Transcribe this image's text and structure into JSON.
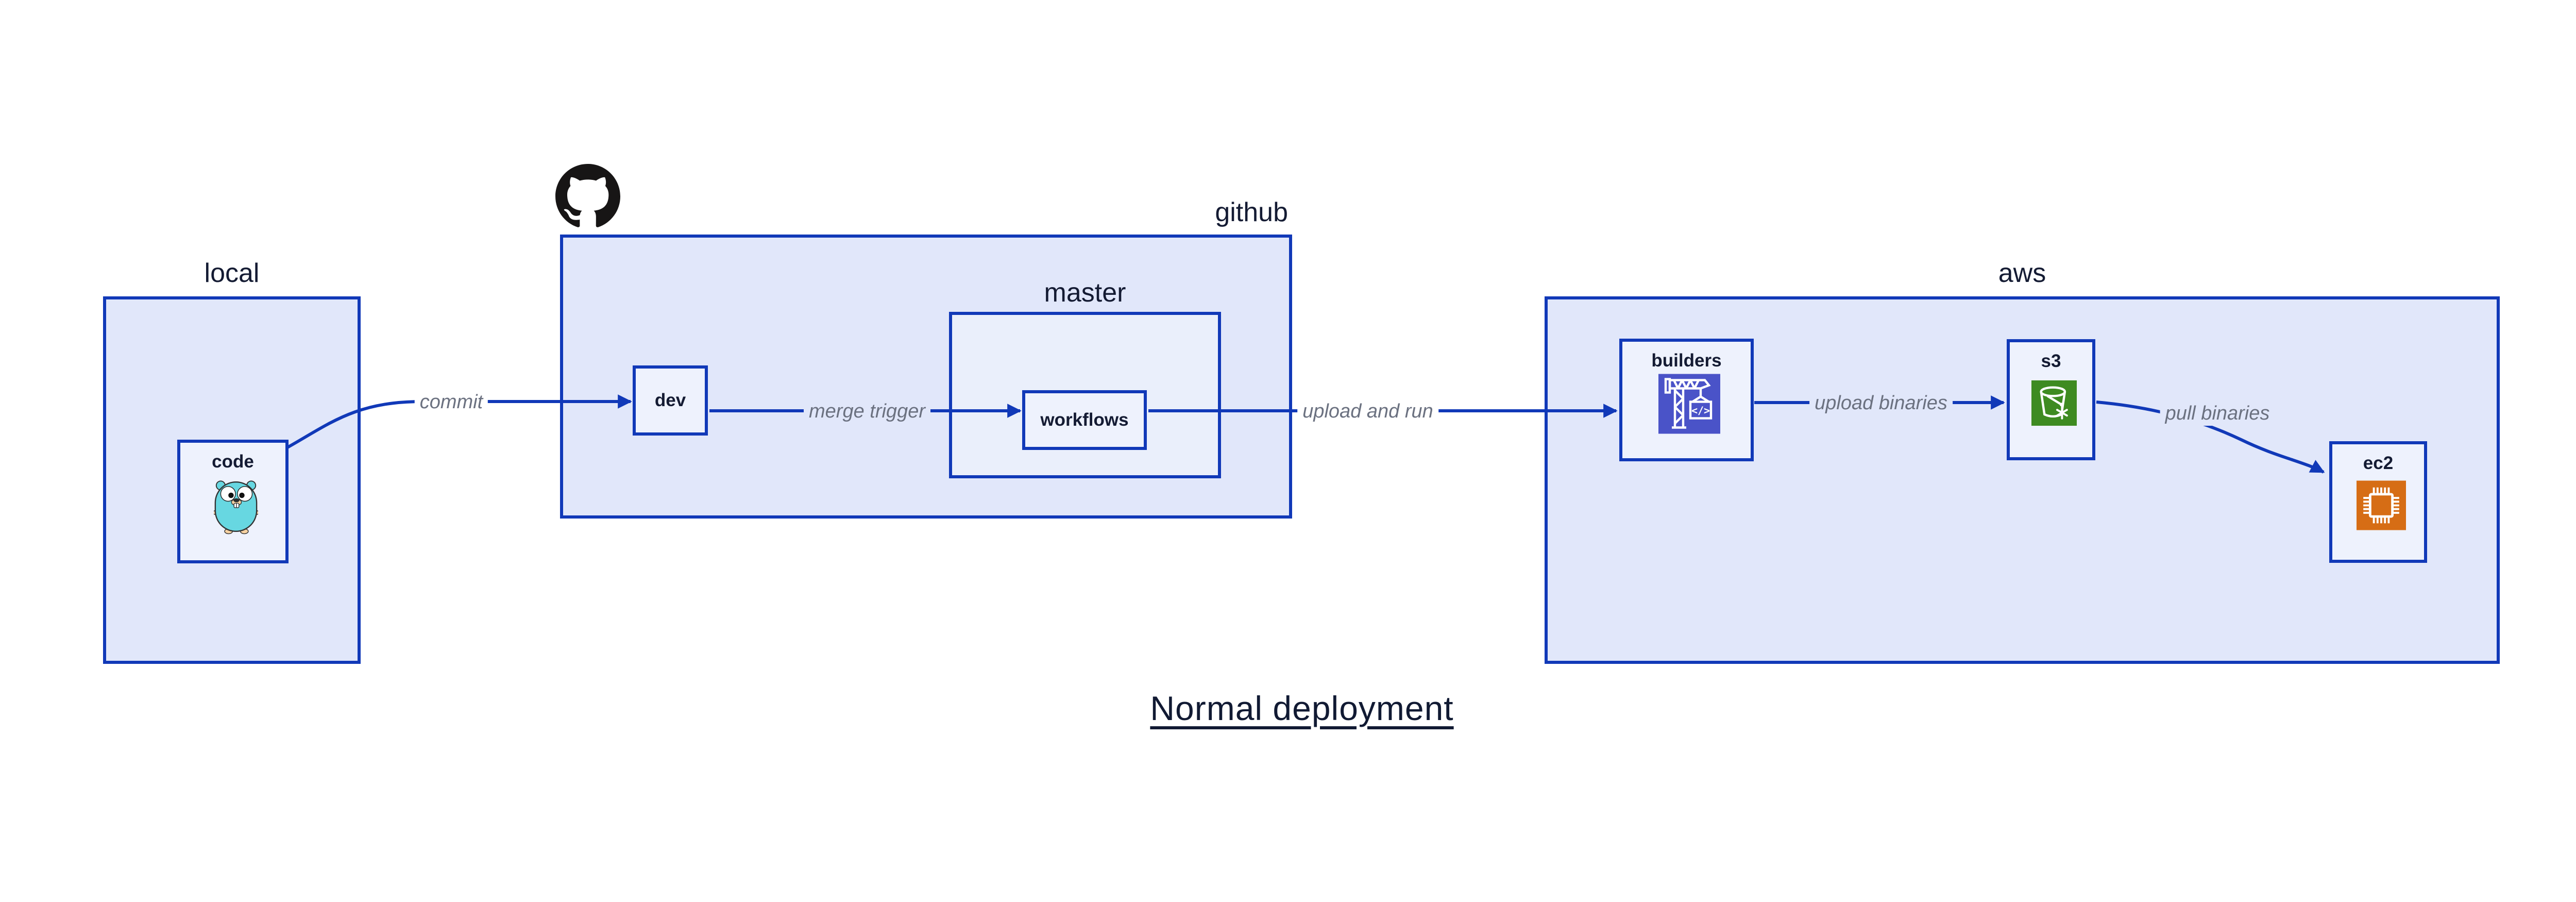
{
  "diagram": {
    "title": "Normal deployment",
    "containers": {
      "local": {
        "label": "local"
      },
      "github": {
        "label": "github"
      },
      "master": {
        "label": "master"
      },
      "aws": {
        "label": "aws"
      }
    },
    "nodes": {
      "code": {
        "label": "code"
      },
      "dev": {
        "label": "dev"
      },
      "workflows": {
        "label": "workflows"
      },
      "builders": {
        "label": "builders",
        "icon_glyph": "</>"
      },
      "s3": {
        "label": "s3"
      },
      "ec2": {
        "label": "ec2"
      }
    },
    "edges": {
      "commit": {
        "label": "commit"
      },
      "merge_trigger": {
        "label": "merge trigger"
      },
      "upload_and_run": {
        "label": "upload and run"
      },
      "upload_binaries": {
        "label": "upload binaries"
      },
      "pull_binaries": {
        "label": "pull binaries"
      }
    },
    "icons": {
      "github": "github-octocat-mark",
      "code": "go-gopher",
      "builders": "construction-crane-with-code-container",
      "s3": "bucket-with-snowflake",
      "ec2": "cpu-chip"
    },
    "colors": {
      "edge_blue": "#1139b8",
      "container_fill": "#e1e7fa",
      "inner_fill": "#eef2fd",
      "label_navy": "#141b33",
      "edge_label_gray": "#6b7180",
      "builders_icon_bg": "#4a53c8",
      "s3_icon_bg": "#3e8b21",
      "ec2_icon_bg": "#d66d15",
      "gopher_teal": "#67d7e1",
      "github_black": "#171515"
    }
  }
}
